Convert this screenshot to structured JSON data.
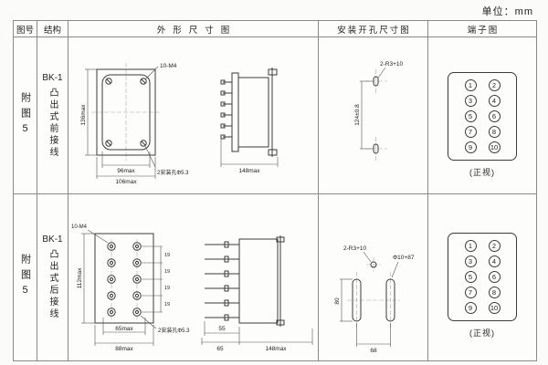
{
  "unit_label": "单位：mm",
  "headers": {
    "fig": "图号",
    "structure": "结构",
    "outline": "外形尺寸图",
    "install": "安装开孔尺寸图",
    "terminal": "端子图"
  },
  "rows": [
    {
      "fig": "附图5",
      "model": "BK-1",
      "structure": "凸出式前接线",
      "outline": {
        "screws": "10-M4",
        "height": "136max",
        "width_inner": "96max",
        "width_outer": "106max",
        "mount_holes": "2安装孔Φ5.3",
        "depth": "148max"
      },
      "install": {
        "holes": "2-R3+10",
        "height": "124±0.8"
      },
      "terminal": {
        "numbers": [
          "1",
          "2",
          "3",
          "4",
          "5",
          "6",
          "7",
          "8",
          "9",
          "10"
        ],
        "caption": "(正视)"
      }
    },
    {
      "fig": "附图5",
      "model": "BK-1",
      "structure": "凸出式后接线",
      "outline": {
        "screws": "10-M4",
        "height": "112max",
        "pitch": [
          "19",
          "19",
          "19",
          "19"
        ],
        "width_inner": "65max",
        "width_outer": "88max",
        "mount_holes": "2安装孔Φ5.3",
        "pin_len": "55",
        "pin_span": "65",
        "depth": "148max"
      },
      "install": {
        "holes": "2-R3+10",
        "slot": "Φ10+87",
        "height": "80",
        "width": "68"
      },
      "terminal": {
        "numbers": [
          "1",
          "2",
          "3",
          "4",
          "5",
          "6",
          "7",
          "8",
          "9",
          "10"
        ],
        "caption": "(正视)"
      }
    }
  ]
}
